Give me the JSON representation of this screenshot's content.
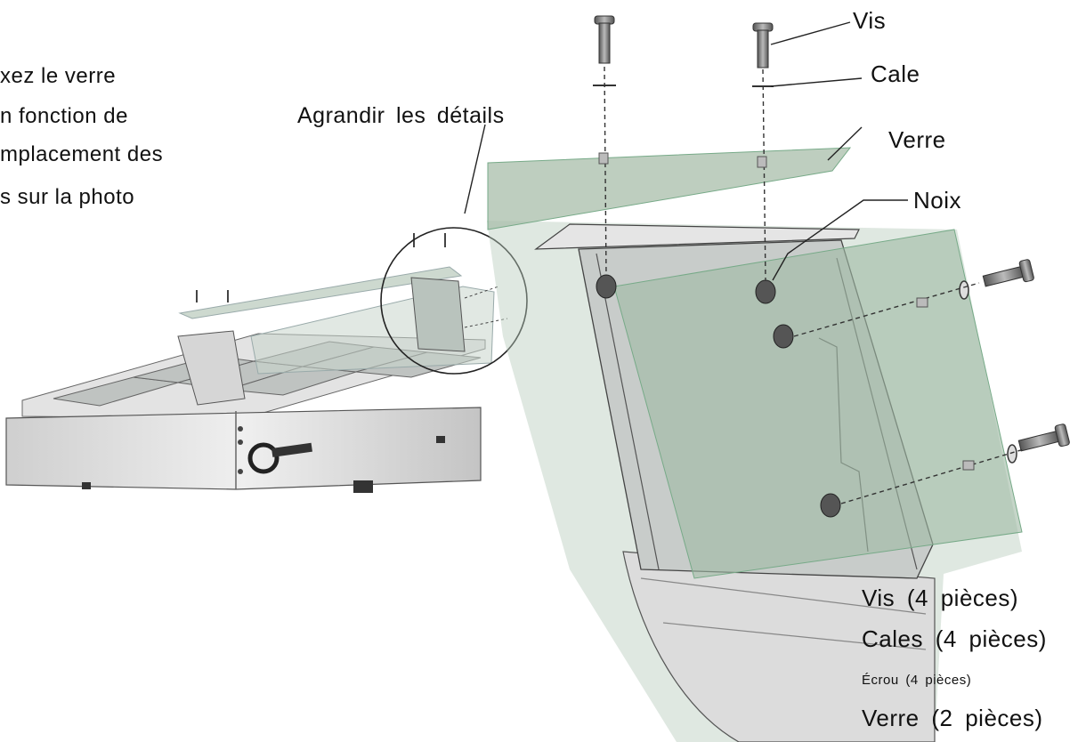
{
  "instructions": {
    "line1": "xez le verre",
    "line2": "n fonction de",
    "line3": "mplacement des",
    "line4": "s sur la photo"
  },
  "labels": {
    "detail": "Agrandir les détails",
    "screw": "Vis",
    "shim": "Cale",
    "glass": "Verre",
    "nut": "Noix"
  },
  "parts_list": [
    "Vis (4 pièces)",
    "Cales (4 pièces)",
    "Écrou (4 pièces)",
    "Verre (2 pièces)"
  ],
  "colors": {
    "glass": "#9fb9a4",
    "steel": "#d9d9d9",
    "steel_dark": "#8a8a8a",
    "outline": "#333333"
  }
}
